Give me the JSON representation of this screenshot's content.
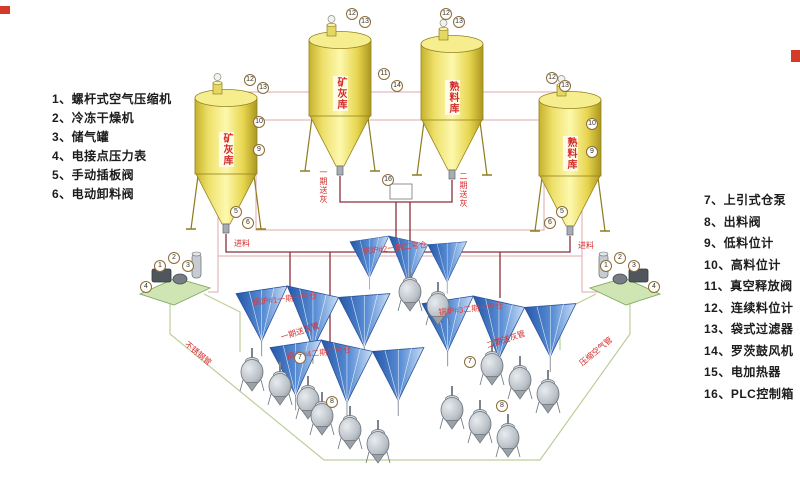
{
  "colors": {
    "background": "#ffffff",
    "silo_yellow": "#f0e264",
    "chute_blue": "#4a7fc9",
    "pipe_main": "#8a3038",
    "pipe_secondary": "#dda8a8",
    "air_line": "#bccf99",
    "label_red": "#d42a2a",
    "platform_green": "#cfe5b4",
    "legend_text": "#1c1c1c"
  },
  "legend_left": {
    "items": [
      "1、螺杆式空气压缩机",
      "2、冷冻干燥机",
      "3、储气罐",
      "4、电接点压力表",
      "5、手动插板阀",
      "6、电动卸料阀"
    ]
  },
  "legend_right": {
    "items": [
      "7、上引式仓泵",
      "8、出料阀",
      "9、低料位计",
      "10、高料位计",
      "11、真空释放阀",
      "12、连续料位计",
      "13、袋式过滤器",
      "14、罗茨鼓风机",
      "15、电加热器",
      "16、PLC控制箱"
    ]
  },
  "silos": {
    "s1": {
      "label": "矿灰库"
    },
    "s2": {
      "label": "矿灰库"
    },
    "s3": {
      "label": "熟料库"
    },
    "s4": {
      "label": "熟料库"
    }
  },
  "panels": {
    "top": {
      "label": "锅炉#2一期二号仓"
    },
    "left": {
      "label": "锅炉#1一期一号仓"
    },
    "right": {
      "label": "锅炉#3二期一号仓"
    },
    "bottom": {
      "label": "锅炉#4二期二号仓"
    }
  },
  "annotations": {
    "feed_left": "进料",
    "feed_right": "进料",
    "phase1": "一期送灰",
    "phase2": "二期送灰",
    "pipe1": "一期送灰管",
    "pipe2": "二期送灰管",
    "pipe3": "不锈钢管",
    "pipe4": "压缩空气管"
  },
  "callouts": [
    "1",
    "2",
    "3",
    "4",
    "1",
    "2",
    "3",
    "4",
    "12",
    "13",
    "10",
    "9",
    "5",
    "6",
    "12",
    "13",
    "11",
    "14",
    "12",
    "13",
    "12",
    "13",
    "10",
    "9",
    "5",
    "6",
    "7",
    "8",
    "7",
    "8",
    "16"
  ]
}
